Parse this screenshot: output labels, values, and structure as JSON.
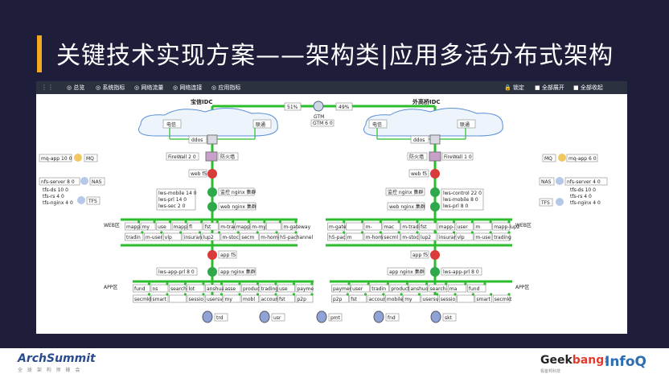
{
  "slide": {
    "title": "关键技术实现方案——架构类|应用多活分布式架构",
    "accent_color": "#f3a820",
    "background": "#1e1d3a"
  },
  "toolbar": {
    "tabs": [
      "◎ 总览",
      "◎ 系统指标",
      "◎ 网络流量",
      "◎ 网络连接",
      "◎ 应用指标"
    ],
    "right": [
      "🔒 锁定",
      "■ 全部展开",
      "■ 全部收起"
    ]
  },
  "gtm": {
    "left_pct": "51%",
    "right_pct": "49%",
    "label": "GTM",
    "count": "GTM 6 0"
  },
  "idc_left": {
    "title": "宝信IDC",
    "isp1": "电信",
    "isp2": "联通",
    "ddos": "ddos",
    "firewall": "FireWall 2 0",
    "fw_label": "防火墙",
    "web_f5": "web f5",
    "ctrl_nginx": "监控 nginx 集群",
    "web_nginx": "web nginx 集群",
    "app_f5": "app f5",
    "app_nginx": "app nginx 集群",
    "app_prl": "lws-app-prl 8 0"
  },
  "idc_right": {
    "title": "外高桥IDC",
    "isp1": "电信",
    "isp2": "联通",
    "ddos": "ddos",
    "firewall": "FireWall 1 0",
    "fw_label": "防火墙",
    "web_f5": "web f5",
    "ctrl_nginx": "监控 nginx 集群",
    "web_nginx": "web nginx 集群",
    "app_f5": "app f5",
    "app_nginx": "app nginx 集群",
    "app_prl": "lws-app-prl 8 0"
  },
  "left_side_nodes": [
    "mq-app 10 0",
    "MQ",
    "nfs-server 8 0",
    "NAS",
    "tfs-ds 10 0",
    "tfs-rs 4 0",
    "tfs-nginx 4 0",
    "TFS"
  ],
  "right_side_nodes": [
    "MQ",
    "mq-app 6 0",
    "NAS",
    "nfs-server 4 0",
    "tfs-ds 10 0",
    "tfs-rs 4 0",
    "TFS",
    "tfs-nginx 4 0"
  ],
  "left_nginx_nodes": [
    "lws-mobile 14 0",
    "lws-prl 14 0",
    "lws-sec 2 0"
  ],
  "right_nginx_nodes": [
    "lws-control 22 0",
    "lws-mobile 8 0",
    "lws-prl 8 0"
  ],
  "zone_labels": {
    "web": "WEB区",
    "app": "APP区"
  },
  "left_web_row1": [
    "mapp-lup2",
    "my",
    "use",
    "mapp-",
    "fl",
    "fst",
    "m-tradin",
    "mapp",
    "m-my",
    "",
    "m-gateway"
  ],
  "left_web_row2": [
    "tradin",
    "m-user",
    "vlp",
    "insuran",
    "lup2",
    "m-stoc",
    "secm",
    "m-home",
    "h5-pachannel"
  ],
  "right_web_row1": [
    "m-gatewa",
    "",
    "m-",
    "mac",
    "m-trading",
    "fst",
    "mapp-",
    "user",
    "m",
    "mapp-lup2"
  ],
  "right_web_row2": [
    "h5-pachann",
    "m",
    "m-hom",
    "secml",
    "m-stoc",
    "lup2",
    "insurance",
    "vlp",
    "m-use",
    "trading"
  ],
  "left_app_row1": [
    "fund",
    "ns",
    "search-m",
    "lot",
    "anshua",
    "asse",
    "produc",
    "trading",
    "use",
    "payme"
  ],
  "left_app_row2": [
    "secmkt",
    "smart",
    "",
    "sessio",
    "usersv",
    "my",
    "mobl",
    "account",
    "fst",
    "p2p"
  ],
  "right_app_row1": [
    "paymen",
    "user",
    "tradin",
    "product",
    "anshuo",
    "search-m",
    "ma",
    "fund"
  ],
  "right_app_row2": [
    "p2p",
    "fst",
    "accour",
    "mobile",
    "my",
    "usersv",
    "sessio",
    "",
    "smart",
    "secmkt"
  ],
  "databases": [
    "trd",
    "usr",
    "pmt",
    "fnd",
    "skt"
  ],
  "footer": {
    "arch": "ArchSummit",
    "arch_sub": "全 球 架 构 师 峰 会",
    "geek": "Geek",
    "bang": "bang",
    "geek_sub": "极客邦科技",
    "infoq": "InfoQ"
  }
}
